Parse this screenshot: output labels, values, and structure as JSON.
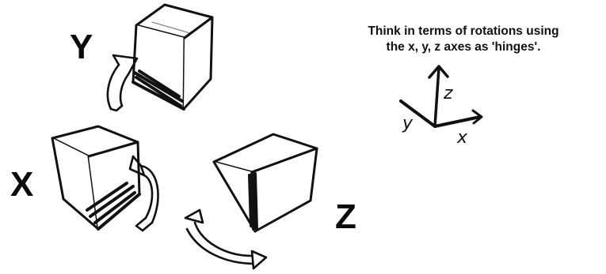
{
  "labels": {
    "rotation_y": "Y",
    "rotation_x": "X",
    "rotation_z": "Z"
  },
  "caption": {
    "line1": "Think in terms of rotations using",
    "line2": "the x, y, z axes as 'hinges'."
  },
  "axes": {
    "z": "z",
    "y": "y",
    "x": "x"
  },
  "colors": {
    "ink": "#111111",
    "background": "#ffffff"
  }
}
